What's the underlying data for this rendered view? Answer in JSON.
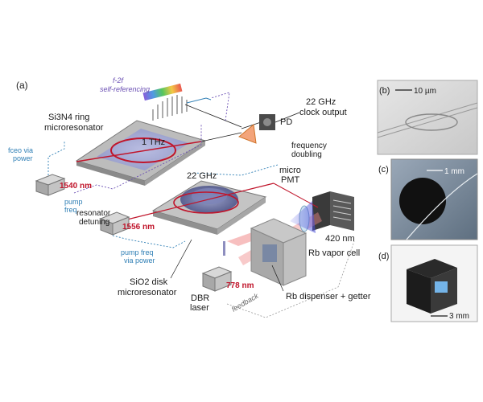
{
  "panel_labels": {
    "a": "(a)",
    "b": "(b)",
    "c": "(c)",
    "d": "(d)"
  },
  "labels": {
    "f2f": "f-2f",
    "self_ref": "self-referencing",
    "ring_line1": "Si3N4 ring",
    "ring_line2": "microresonator",
    "thz": "1 THz",
    "pd": "PD",
    "clock1": "22 GHz",
    "clock2": "clock output",
    "freq_dbl1": "frequency",
    "freq_dbl2": "doubling",
    "fceo1": "fceo via",
    "fceo2": "power",
    "nm1540": "1540 nm",
    "pump1": "pump",
    "pump2": "freq",
    "ghz22": "22 GHz",
    "micro": "micro",
    "pmt": "PMT",
    "res1": "resonator",
    "res2": "detuning",
    "nm1556": "1556 nm",
    "nm420": "420 nm",
    "rbcell": "Rb vapor cell",
    "pumppow1": "pump freq",
    "pumppow2": "via power",
    "disk1": "SiO2 disk",
    "disk2": "microresonator",
    "feedback": "feedback",
    "dbr1": "DBR",
    "dbr2": "laser",
    "nm778": "778 nm",
    "dispenser": "Rb dispenser + getter",
    "scale_b": "10 µm",
    "scale_c": "1 mm",
    "scale_d": "3 mm"
  },
  "colors": {
    "red": "#c0152b",
    "blue": "#2f7fb5",
    "purple": "#6a4fb3",
    "beam": "#f08a8a"
  }
}
